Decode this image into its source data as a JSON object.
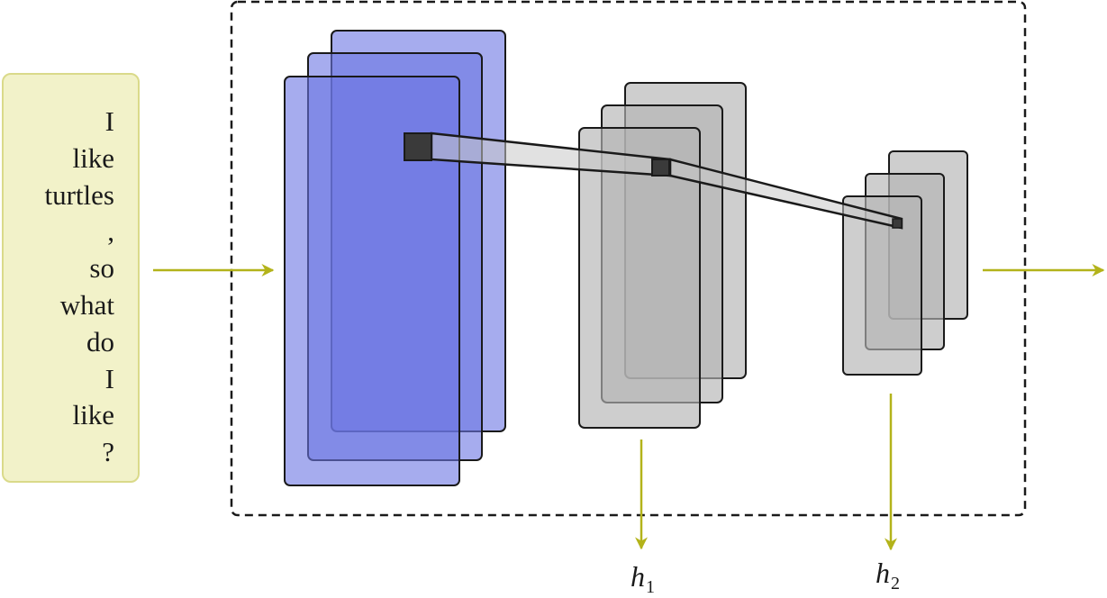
{
  "input_tokens": [
    "I",
    "like",
    "turtles",
    ",",
    "so",
    "what",
    "do",
    "I",
    "like",
    "?"
  ],
  "outputs": [
    {
      "symbol": "h",
      "subscript": "1"
    },
    {
      "symbol": "h",
      "subscript": "2"
    }
  ],
  "colors": {
    "token_box_fill": "#f2f2c9",
    "token_box_border": "#dada8a",
    "arrow": "#b3b31a",
    "embedding_fill": "#6b74e2",
    "embedding_back_fill": "#a7aaee",
    "feature_map_fill": "#c8c8c8",
    "feature_map_overlap": "#a9a9a9",
    "receptive_field": "#3a3a3a",
    "outline": "#1a1a1a"
  }
}
